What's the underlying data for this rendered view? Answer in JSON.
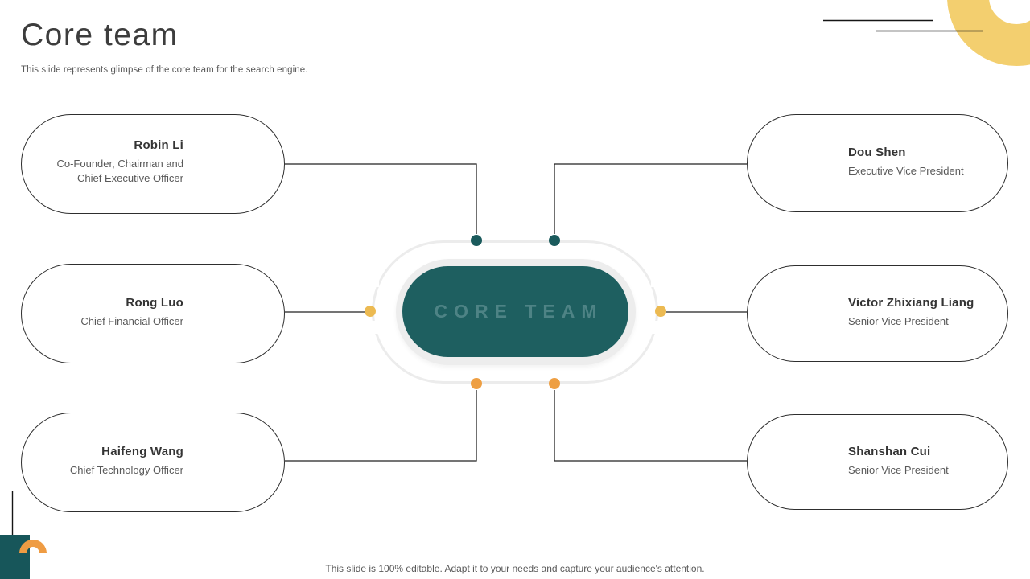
{
  "slide": {
    "title": "Core team",
    "subtitle": "This slide represents glimpse of the core team for the search engine.",
    "footer": "This slide is 100% editable. Adapt it to your needs and capture your audience's attention."
  },
  "center": {
    "label": "CORE TEAM"
  },
  "members": [
    {
      "name": "Robin Li",
      "title": "Co-Founder, Chairman and Chief Executive Officer",
      "side": "left"
    },
    {
      "name": "Rong Luo",
      "title": "Chief Financial Officer",
      "side": "left"
    },
    {
      "name": "Haifeng Wang",
      "title": "Chief Technology Officer",
      "side": "left"
    },
    {
      "name": "Dou Shen",
      "title": "Executive Vice President",
      "side": "right"
    },
    {
      "name": "Victor Zhixiang Liang",
      "title": "Senior Vice President",
      "side": "right"
    },
    {
      "name": "Shanshan Cui",
      "title": "Senior Vice President",
      "side": "right"
    }
  ],
  "colors": {
    "teal": "#1e5f60",
    "teal_dark": "#17565a",
    "teal_dot": "#1a5a5c",
    "orange_dot": "#ee9f43",
    "gold_dot": "#ecba52",
    "yellow_ring": "#f3cf6f",
    "arch_orange": "#ef9c43",
    "ring_gray": "#ececec"
  }
}
